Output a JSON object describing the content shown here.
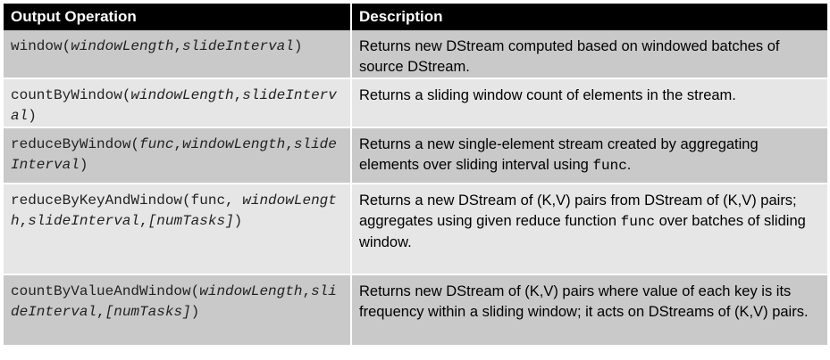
{
  "table": {
    "headers": [
      "Output Operation",
      "Description"
    ],
    "rows": [
      {
        "op": [
          {
            "t": "window("
          },
          {
            "t": "windowLength",
            "i": true
          },
          {
            "t": ","
          },
          {
            "t": "slideInterval",
            "i": true
          },
          {
            "t": ")"
          }
        ],
        "desc": [
          {
            "t": "Returns new DStream computed based on windowed batches of source DStream."
          }
        ]
      },
      {
        "op": [
          {
            "t": "countByWindow("
          },
          {
            "t": "windowLength",
            "i": true
          },
          {
            "t": ","
          },
          {
            "t": "slideInterval",
            "i": true
          },
          {
            "t": ")"
          }
        ],
        "desc": [
          {
            "t": "Returns a sliding window count of elements in the stream."
          }
        ]
      },
      {
        "op": [
          {
            "t": "reduceByWindow("
          },
          {
            "t": "func",
            "i": true
          },
          {
            "t": ","
          },
          {
            "t": "windowLength",
            "i": true
          },
          {
            "t": ","
          },
          {
            "t": "slideInterval",
            "i": true
          },
          {
            "t": ")"
          }
        ],
        "desc": [
          {
            "t": "Returns a new single-element stream created by aggregating elements over sliding interval using "
          },
          {
            "t": "func",
            "m": true
          },
          {
            "t": "."
          }
        ]
      },
      {
        "op": [
          {
            "t": "reduceByKeyAndWindow(func, "
          },
          {
            "t": "windowLength",
            "i": true
          },
          {
            "t": ","
          },
          {
            "t": "slideInterval",
            "i": true
          },
          {
            "t": ","
          },
          {
            "t": "[numTasks]",
            "i": true
          },
          {
            "t": ")"
          }
        ],
        "desc": [
          {
            "t": "Returns a new DStream of (K,V) pairs from DStream of (K,V) pairs; aggregates using given reduce function "
          },
          {
            "t": "func",
            "m": true
          },
          {
            "t": " over batches of sliding window."
          }
        ]
      },
      {
        "op": [
          {
            "t": "countByValueAndWindow("
          },
          {
            "t": "windowLength",
            "i": true
          },
          {
            "t": ","
          },
          {
            "t": "slideInterval",
            "i": true
          },
          {
            "t": ","
          },
          {
            "t": "[numTasks]",
            "i": true
          },
          {
            "t": ")"
          }
        ],
        "desc": [
          {
            "t": "Returns new DStream of (K,V) pairs where value of each key is its frequency within a sliding window; it acts on DStreams of (K,V) pairs."
          }
        ]
      }
    ]
  },
  "colors": {
    "header_bg": "#000000",
    "header_fg": "#ffffff",
    "row_odd": "#c9c9c9",
    "row_even": "#e6e6e6"
  }
}
